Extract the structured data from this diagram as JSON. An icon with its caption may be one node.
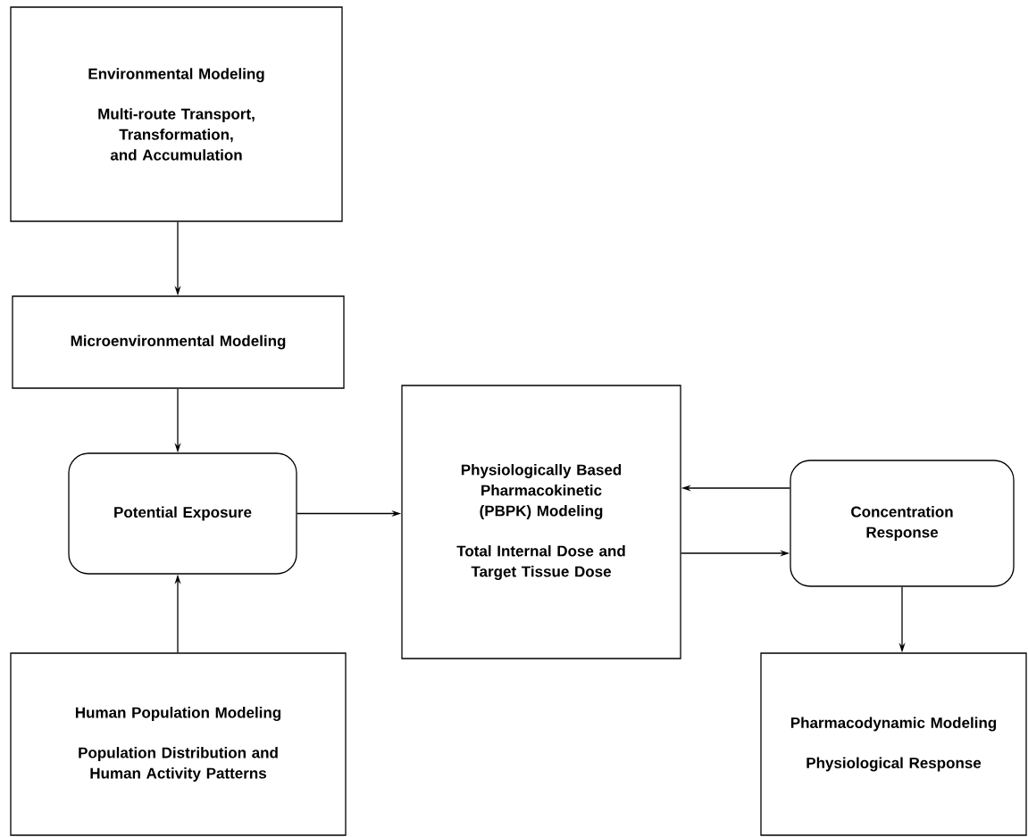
{
  "diagram": {
    "nodes": [
      {
        "text": [
          "Environmental Modeling",
          "Multi-route Transport, Transformation, and Accumulation"
        ]
      },
      {
        "text": [
          "Microenvironmental Modeling"
        ]
      },
      {
        "text": [
          "Potential Exposure"
        ]
      },
      {
        "text": [
          "Human Population Modeling",
          "Population Distribution and Human Activity Patterns"
        ]
      },
      {
        "text": [
          "Physiologically Based Pharmacokinetic (PBPK) Modeling",
          "Total Internal Dose and Target Tissue Dose"
        ]
      },
      {
        "text": [
          "Concentration Response"
        ]
      },
      {
        "text": [
          "Pharmacodynamic Modeling",
          "Physiological Response"
        ]
      }
    ],
    "edges": [
      {
        "from": 0,
        "to": 1,
        "arrow": "to"
      },
      {
        "from": 1,
        "to": 2,
        "arrow": "to"
      },
      {
        "from": 3,
        "to": 2,
        "arrow": "to"
      },
      {
        "from": 2,
        "to": 4,
        "arrow": "to"
      },
      {
        "from": 5,
        "to": 4,
        "arrow": "to"
      },
      {
        "from": 4,
        "to": 5,
        "arrow": "to"
      },
      {
        "from": 5,
        "to": 6,
        "arrow": "to"
      }
    ]
  }
}
